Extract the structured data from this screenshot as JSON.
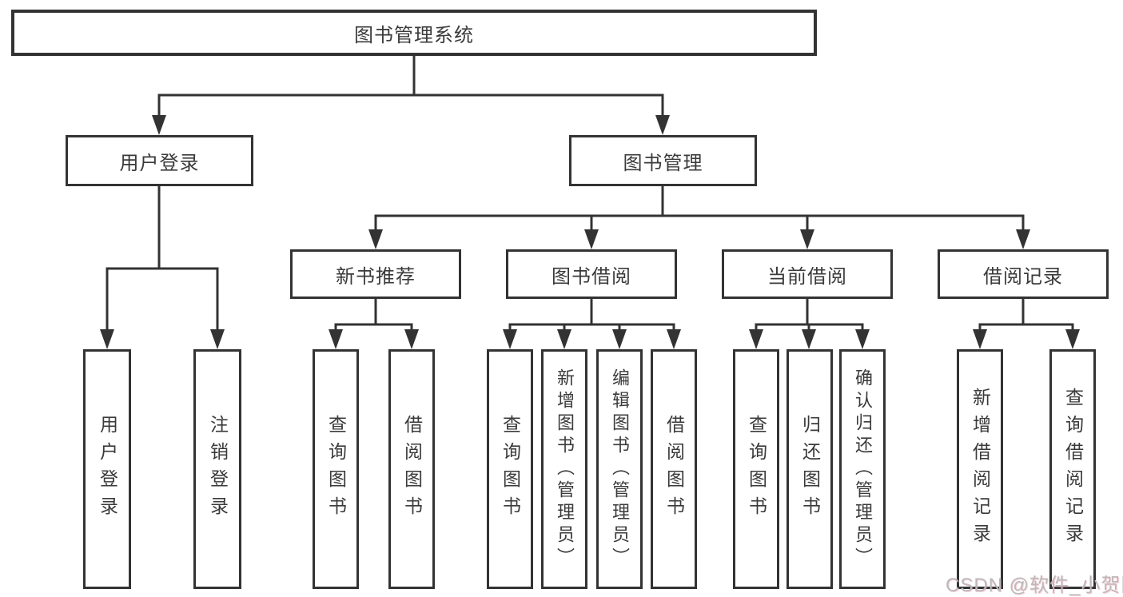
{
  "diagram": {
    "root": {
      "label": "图书管理系统",
      "children": [
        {
          "label": "用户登录",
          "children": [
            {
              "label": "用户登录"
            },
            {
              "label": "注销登录"
            }
          ]
        },
        {
          "label": "图书管理",
          "children": [
            {
              "label": "新书推荐",
              "children": [
                {
                  "label": "查询图书"
                },
                {
                  "label": "借阅图书"
                }
              ]
            },
            {
              "label": "图书借阅",
              "children": [
                {
                  "label": "查询图书"
                },
                {
                  "label": "新增图书（管理员）"
                },
                {
                  "label": "编辑图书（管理员）"
                },
                {
                  "label": "借阅图书"
                }
              ]
            },
            {
              "label": "当前借阅",
              "children": [
                {
                  "label": "查询图书"
                },
                {
                  "label": "归还图书"
                },
                {
                  "label": "确认归还（管理员）"
                }
              ]
            },
            {
              "label": "借阅记录",
              "children": [
                {
                  "label": "新增借阅记录"
                },
                {
                  "label": "查询借阅记录"
                }
              ]
            }
          ]
        }
      ]
    },
    "colors": {
      "line": "#333333",
      "text": "#3a3a3a",
      "background": "#ffffff",
      "watermark": "#bcb9b9"
    }
  },
  "watermark": {
    "text": "CSDN @软件_小贺同学"
  }
}
